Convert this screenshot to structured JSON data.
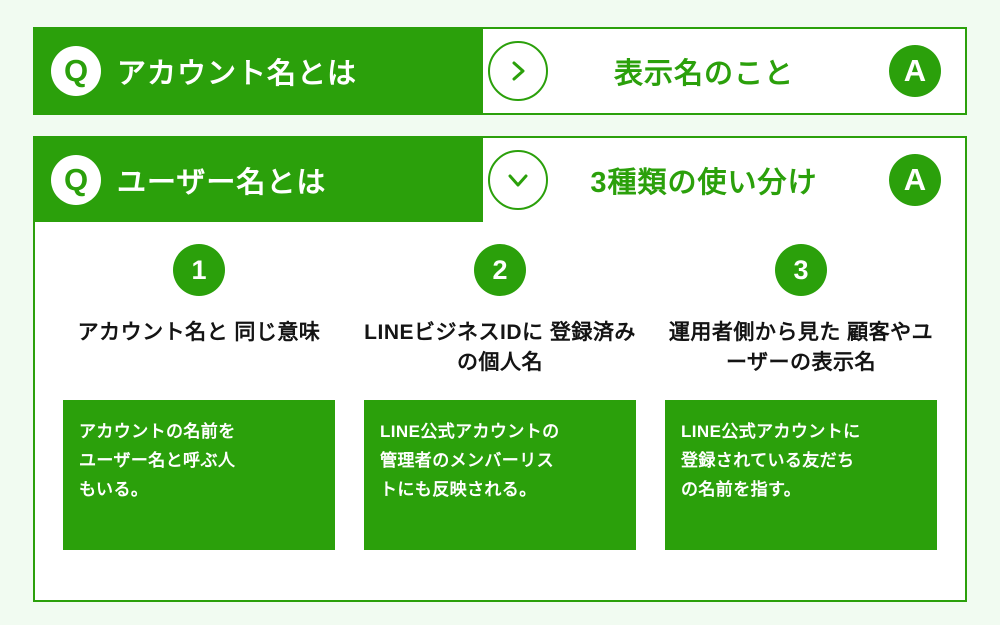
{
  "theme": {
    "page_background": "#f1fbf1",
    "brand_green": "#2ba00b",
    "answer_text_green": "#2ba00b",
    "title_black": "#141414",
    "white": "#ffffff"
  },
  "faq": {
    "items": [
      {
        "q_badge": "Q",
        "question": "アカウント名とは",
        "toggle_icon": "chevron-right-icon",
        "state": "collapsed",
        "a_badge": "A",
        "answer": "表示名のこと"
      },
      {
        "q_badge": "Q",
        "question": "ユーザー名とは",
        "toggle_icon": "chevron-down-icon",
        "state": "expanded",
        "a_badge": "A",
        "answer": "3種類の使い分け",
        "columns": [
          {
            "number": "1",
            "title_line1": "アカウント名と",
            "title_line2": "同じ意味",
            "note_line1": "アカウントの名前を",
            "note_line2": "ユーザー名と呼ぶ人",
            "note_line3": "もいる。"
          },
          {
            "number": "2",
            "title_line1": "LINEビジネスIDに",
            "title_line2": "登録済みの個人名",
            "note_line1": "LINE公式アカウントの",
            "note_line2": "管理者のメンバーリス",
            "note_line3": "トにも反映される。"
          },
          {
            "number": "3",
            "title_line1": "運用者側から見た",
            "title_line2": "顧客やユーザーの表示名",
            "note_line1": "LINE公式アカウントに",
            "note_line2": "登録されている友だち",
            "note_line3": "の名前を指す。"
          }
        ]
      }
    ]
  }
}
